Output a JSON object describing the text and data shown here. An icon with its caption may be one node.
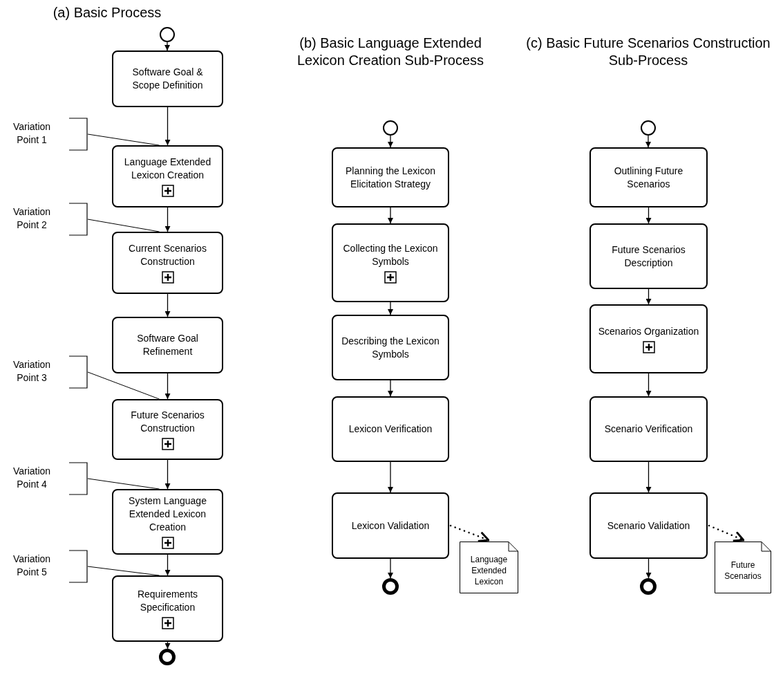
{
  "diagram": {
    "nodes": [
      {
        "text": [],
        "shape": "circle"
      },
      {
        "text": [
          "Software Goal & Scope Definition"
        ]
      },
      {
        "text": [
          "Language Extended Lexicon Creation"
        ]
      },
      {
        "text": [
          "Current Scenarios Construction"
        ]
      },
      {
        "text": [
          "Software Goal Refinement"
        ]
      },
      {
        "text": [
          "Future Scenarios Construction"
        ]
      },
      {
        "text": [
          "System Language Extended Lexicon Creation"
        ]
      },
      {
        "text": [
          "Requirements Specification"
        ]
      },
      {
        "text": [],
        "shape": "circle"
      },
      {
        "text": [
          "Variation Point 1"
        ]
      },
      {
        "text": [
          "Variation Point 2"
        ]
      },
      {
        "text": [
          "Variation Point 3"
        ]
      },
      {
        "text": [
          "Variation Point 4"
        ]
      },
      {
        "text": [
          "Variation Point 5"
        ]
      },
      {
        "text": [],
        "shape": "circle"
      },
      {
        "text": [
          "Planning the Lexicon Elicitation Strategy"
        ]
      },
      {
        "text": [
          "Collecting the Lexicon Symbols"
        ]
      },
      {
        "text": [
          "Describing the Lexicon Symbols"
        ]
      },
      {
        "text": [
          "Lexicon Verification"
        ]
      },
      {
        "text": [
          "Lexicon Validation"
        ]
      },
      {
        "text": [],
        "shape": "circle"
      },
      {
        "text": [
          "Language Extended Lexicon"
        ]
      },
      {
        "text": [],
        "shape": "circle"
      },
      {
        "text": [
          "Outlining Future Scenarios"
        ]
      },
      {
        "text": [
          "Future Scenarios Description"
        ]
      },
      {
        "text": [
          "Scenarios Organization"
        ]
      },
      {
        "text": [
          "Scenario Verification"
        ]
      },
      {
        "text": [
          "Scenario Validation"
        ]
      },
      {
        "text": [],
        "shape": "circle"
      },
      {
        "text": [
          "Future Scenarios"
        ]
      }
    ],
    "edges": [
      {
        "from": 0,
        "to": 1,
        "arrow": "to"
      },
      {
        "from": 1,
        "to": 2,
        "arrow": "to"
      },
      {
        "from": 2,
        "to": 3,
        "arrow": "to"
      },
      {
        "from": 3,
        "to": 4,
        "arrow": "to"
      },
      {
        "from": 4,
        "to": 5,
        "arrow": "to"
      },
      {
        "from": 5,
        "to": 6,
        "arrow": "to"
      },
      {
        "from": 6,
        "to": 7,
        "arrow": "to"
      },
      {
        "from": 7,
        "to": 8,
        "arrow": "to"
      },
      {
        "from": 9,
        "to": 2,
        "arrow": "none"
      },
      {
        "from": 10,
        "to": 3,
        "arrow": "none"
      },
      {
        "from": 11,
        "to": 5,
        "arrow": "none"
      },
      {
        "from": 12,
        "to": 6,
        "arrow": "none"
      },
      {
        "from": 13,
        "to": 7,
        "arrow": "none"
      },
      {
        "from": 14,
        "to": 15,
        "arrow": "to"
      },
      {
        "from": 15,
        "to": 16,
        "arrow": "to"
      },
      {
        "from": 16,
        "to": 17,
        "arrow": "to"
      },
      {
        "from": 17,
        "to": 18,
        "arrow": "to"
      },
      {
        "from": 18,
        "to": 19,
        "arrow": "to"
      },
      {
        "from": 19,
        "to": 20,
        "arrow": "to"
      },
      {
        "from": 19,
        "to": 21,
        "arrow": "to",
        "style": "dashed"
      },
      {
        "from": 22,
        "to": 23,
        "arrow": "to"
      },
      {
        "from": 23,
        "to": 24,
        "arrow": "to"
      },
      {
        "from": 24,
        "to": 25,
        "arrow": "to"
      },
      {
        "from": 25,
        "to": 26,
        "arrow": "to"
      },
      {
        "from": 26,
        "to": 27,
        "arrow": "to"
      },
      {
        "from": 27,
        "to": 28,
        "arrow": "to"
      },
      {
        "from": 27,
        "to": 29,
        "arrow": "to",
        "style": "dashed"
      }
    ],
    "labels": [
      "(a) Basic Process",
      "(b) Basic Language Extended Lexicon Creation Sub-Process",
      "(c) Basic Future Scenarios Construction Sub-Process"
    ]
  }
}
